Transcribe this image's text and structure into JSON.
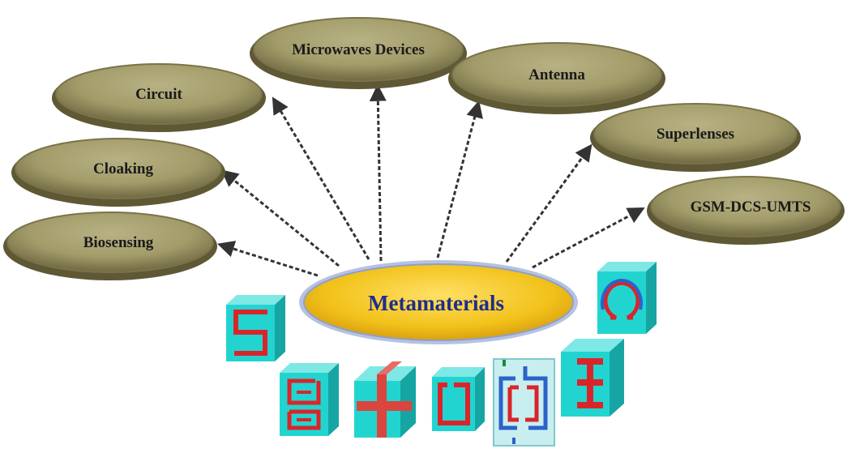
{
  "center": {
    "label": "Metamaterials"
  },
  "applications": [
    {
      "id": "microwaves",
      "label": "Microwaves Devices"
    },
    {
      "id": "antenna",
      "label": "Antenna"
    },
    {
      "id": "circuit",
      "label": "Circuit"
    },
    {
      "id": "superlenses",
      "label": "Superlenses"
    },
    {
      "id": "cloaking",
      "label": "Cloaking"
    },
    {
      "id": "gsm",
      "label": "GSM-DCS-UMTS"
    },
    {
      "id": "biosensing",
      "label": "Biosensing"
    }
  ],
  "unit_cells": [
    {
      "id": "s-shape",
      "icon": "s-resonator-icon"
    },
    {
      "id": "omega",
      "icon": "omega-resonator-icon"
    },
    {
      "id": "double-e",
      "icon": "double-e-resonator-icon"
    },
    {
      "id": "cross",
      "icon": "cross-resonator-icon"
    },
    {
      "id": "split-ring",
      "icon": "split-ring-resonator-icon"
    },
    {
      "id": "dual-split-ring",
      "icon": "dual-split-ring-icon"
    },
    {
      "id": "h-shape",
      "icon": "h-resonator-icon"
    }
  ],
  "colors": {
    "ellipse_fill": "#a9a272",
    "ellipse_dark": "#6b6540",
    "center_fill": "#f2c21a",
    "center_border": "#a8b6d8",
    "center_text": "#1f2d8a",
    "arrow": "#333333",
    "block_face": "#1fd3cf",
    "block_side": "#17a8a5",
    "resonator": "#d9252a",
    "resonator_alt": "#2b63c9"
  }
}
